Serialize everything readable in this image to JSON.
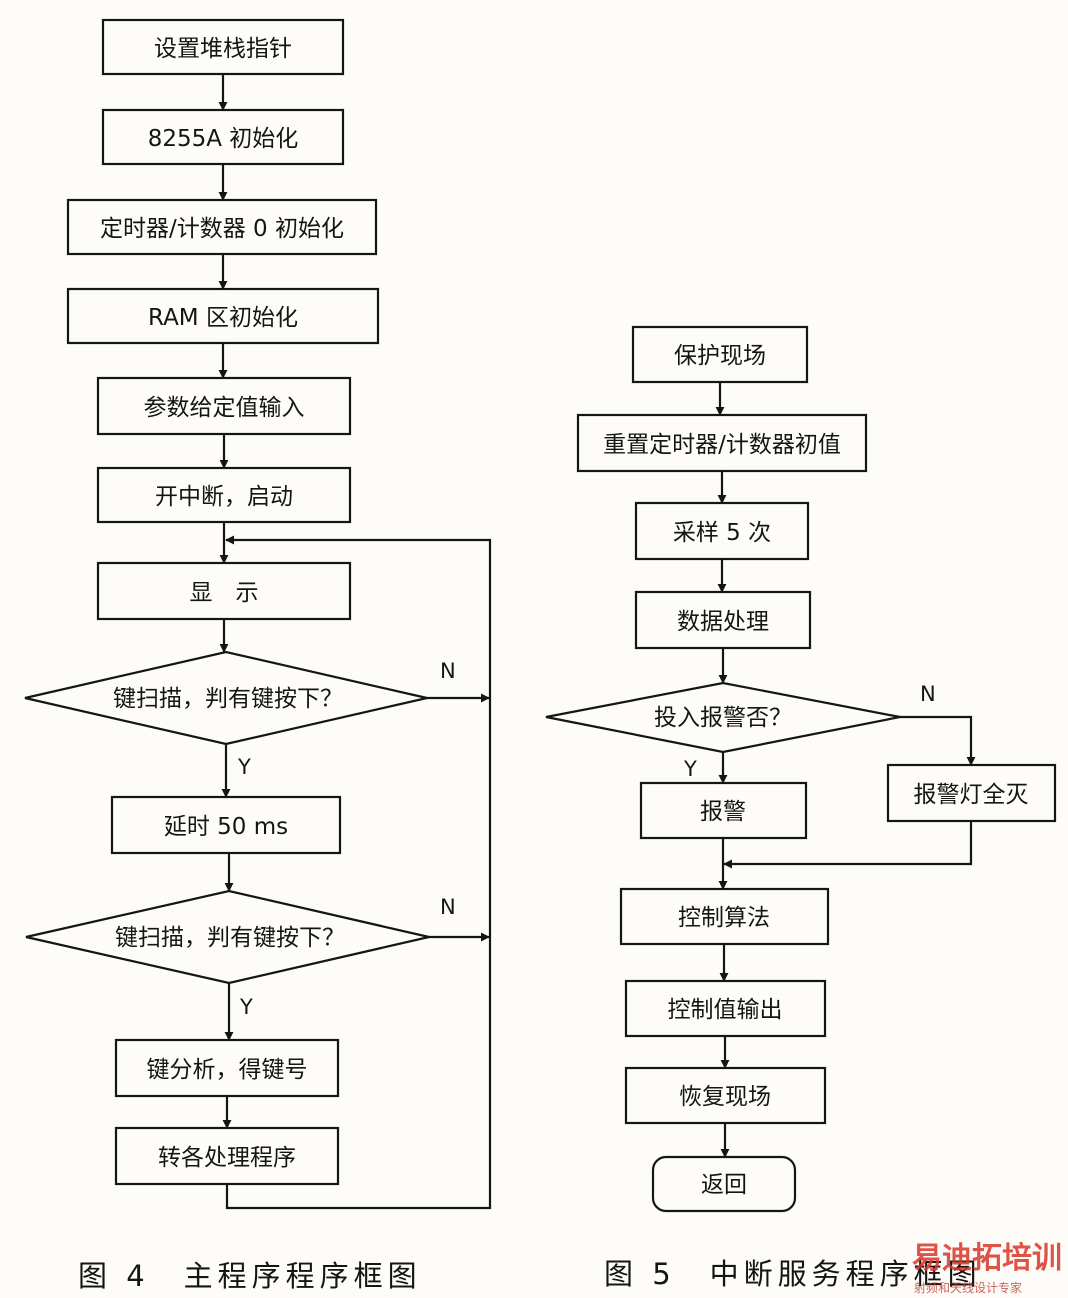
{
  "fig4": {
    "caption": "图 4　主程序程序框图",
    "nodes": {
      "n1": "设置堆栈指针",
      "n2": "8255A 初始化",
      "n3": "定时器/计数器 0 初始化",
      "n4": "RAM 区初始化",
      "n5": "参数给定值输入",
      "n6": "开中断，启动",
      "n7": "显　示",
      "d1": "键扫描，判有键按下？",
      "n8": "延时 50 ms",
      "d2": "键扫描，判有键按下？",
      "n9": "键分析，得键号",
      "n10": "转各处理程序"
    },
    "labels": {
      "y1": "Y",
      "n1": "N",
      "y2": "Y",
      "n2": "N"
    }
  },
  "fig5": {
    "caption": "图 5　中断服务程序框图",
    "nodes": {
      "m1": "保护现场",
      "m2": "重置定时器/计数器初值",
      "m3": "采样 5 次",
      "m4": "数据处理",
      "d": "投入报警否？",
      "m5": "报警",
      "m6": "报警灯全灭",
      "m7": "控制算法",
      "m8": "控制值输出",
      "m9": "恢复现场",
      "m10": "返回"
    },
    "labels": {
      "y": "Y",
      "n": "N"
    }
  },
  "watermark": {
    "brand": "易迪拓培训",
    "tagline": "射频和天线设计专家"
  }
}
